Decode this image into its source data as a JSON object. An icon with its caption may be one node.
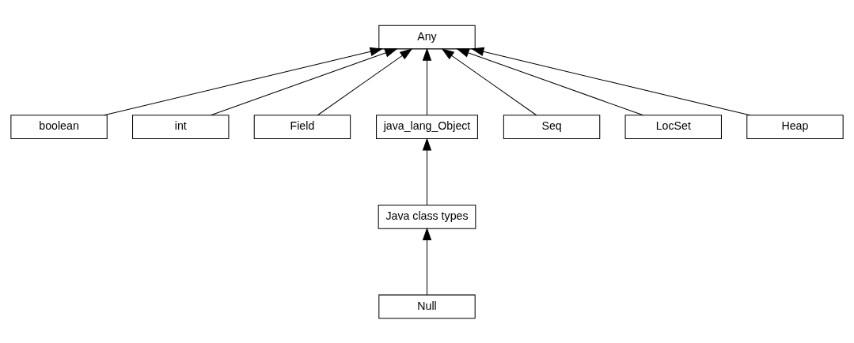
{
  "diagram": {
    "nodes": [
      {
        "text": [
          "Any"
        ]
      },
      {
        "text": [
          "boolean"
        ]
      },
      {
        "text": [
          "int"
        ]
      },
      {
        "text": [
          "Field"
        ]
      },
      {
        "text": [
          "java_lang_Object"
        ]
      },
      {
        "text": [
          "Seq"
        ]
      },
      {
        "text": [
          "LocSet"
        ]
      },
      {
        "text": [
          "Heap"
        ]
      },
      {
        "text": [
          "Java class types"
        ]
      },
      {
        "text": [
          "Null"
        ]
      }
    ],
    "edges": [
      {
        "from": 1,
        "to": 0,
        "arrow": "to"
      },
      {
        "from": 2,
        "to": 0,
        "arrow": "to"
      },
      {
        "from": 3,
        "to": 0,
        "arrow": "to"
      },
      {
        "from": 4,
        "to": 0,
        "arrow": "to"
      },
      {
        "from": 5,
        "to": 0,
        "arrow": "to"
      },
      {
        "from": 6,
        "to": 0,
        "arrow": "to"
      },
      {
        "from": 7,
        "to": 0,
        "arrow": "to"
      },
      {
        "from": 8,
        "to": 4,
        "arrow": "to"
      },
      {
        "from": 9,
        "to": 8,
        "arrow": "to"
      }
    ]
  }
}
